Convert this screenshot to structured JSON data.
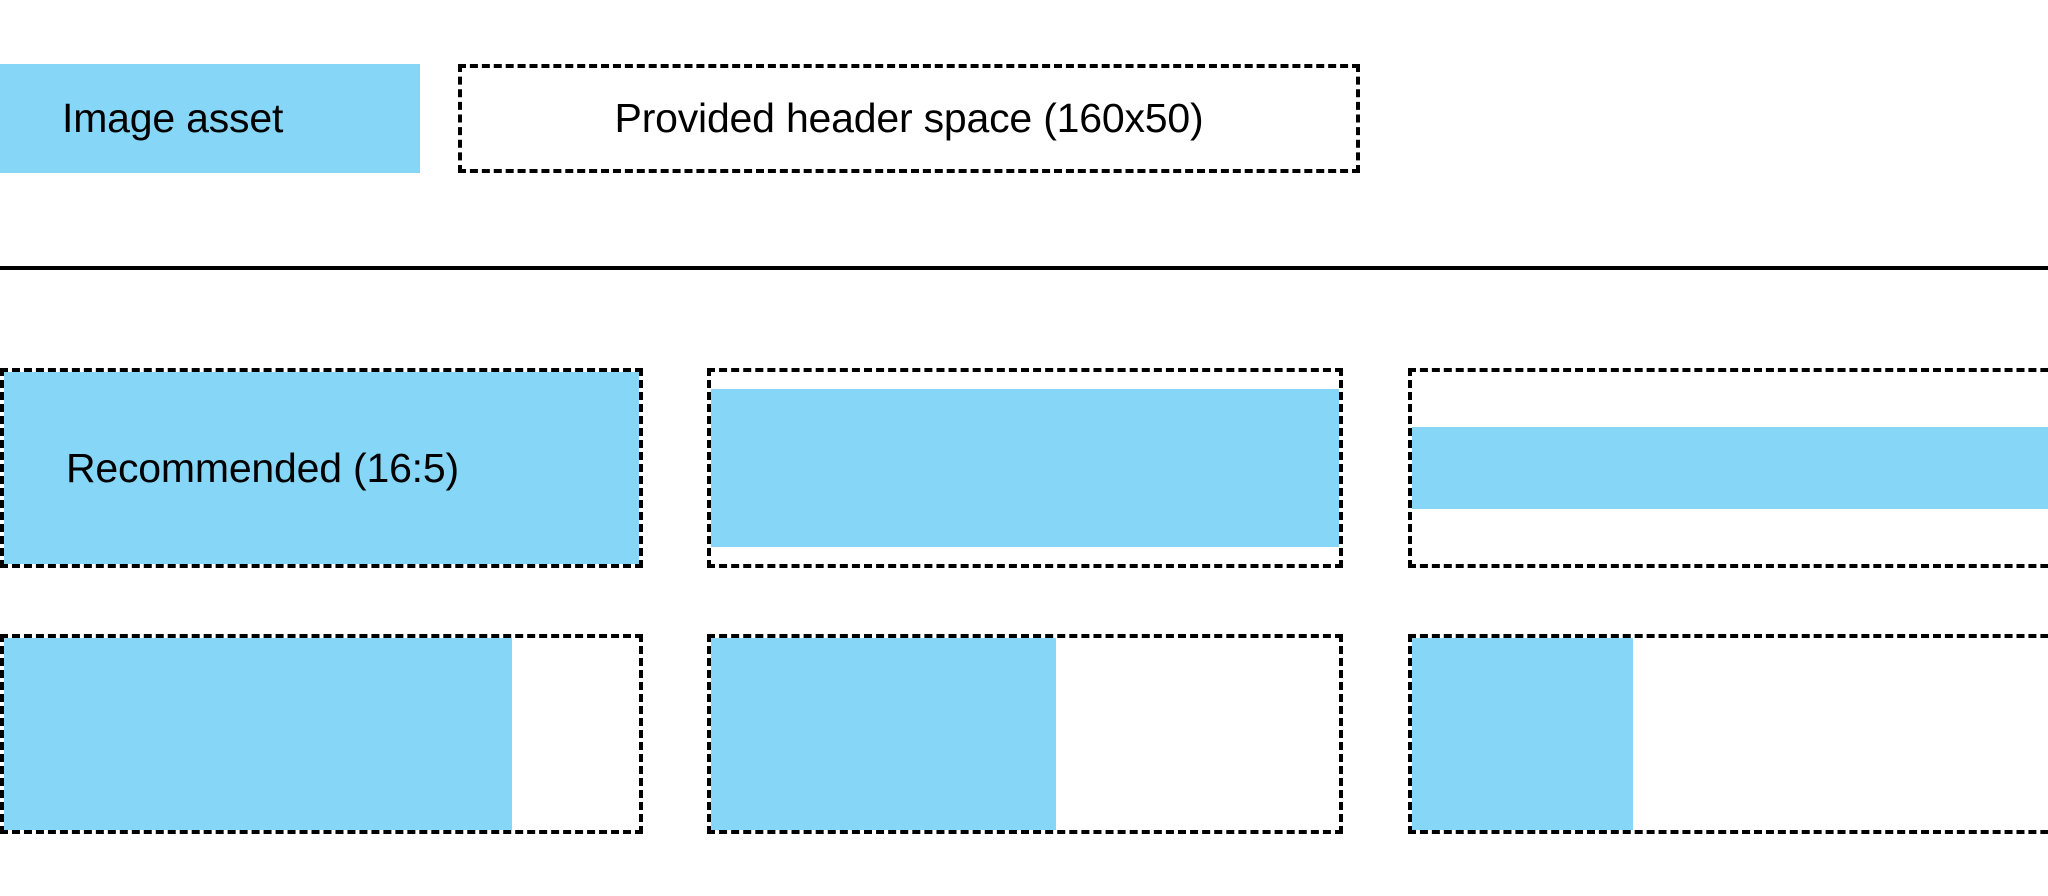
{
  "colors": {
    "fill_blue": "#85d6f7",
    "outline_black": "#000000",
    "background": "#ffffff"
  },
  "header": {
    "asset_swatch": {
      "label": "Image asset",
      "fill_color": "#85d6f7"
    },
    "provided_space": {
      "label": "Provided header space (160x50)",
      "dimensions": "160x50",
      "border_style": "dashed"
    }
  },
  "divider": {
    "style": "solid",
    "color": "#000000"
  },
  "ratio_grid": {
    "rows": [
      {
        "name": "height-variation-row",
        "cells": [
          {
            "label": "Recommended (16:5)",
            "aspect_ratio": "16:5",
            "fill_width_pct": 100,
            "fill_height_pct": 100,
            "fill_align": "fill",
            "recommended": true
          },
          {
            "label": "",
            "fill_width_pct": 100,
            "fill_height_pct": 82,
            "fill_align": "center-vertical",
            "recommended": false
          },
          {
            "label": "",
            "fill_width_pct": 100,
            "fill_height_pct": 43,
            "fill_align": "center-vertical",
            "recommended": false
          }
        ]
      },
      {
        "name": "width-variation-row",
        "cells": [
          {
            "label": "",
            "fill_width_pct": 80,
            "fill_height_pct": 100,
            "fill_align": "left",
            "recommended": false
          },
          {
            "label": "",
            "fill_width_pct": 55,
            "fill_height_pct": 100,
            "fill_align": "left",
            "recommended": false
          },
          {
            "label": "",
            "fill_width_pct": 32,
            "fill_height_pct": 100,
            "fill_align": "left",
            "recommended": false
          }
        ]
      }
    ]
  }
}
